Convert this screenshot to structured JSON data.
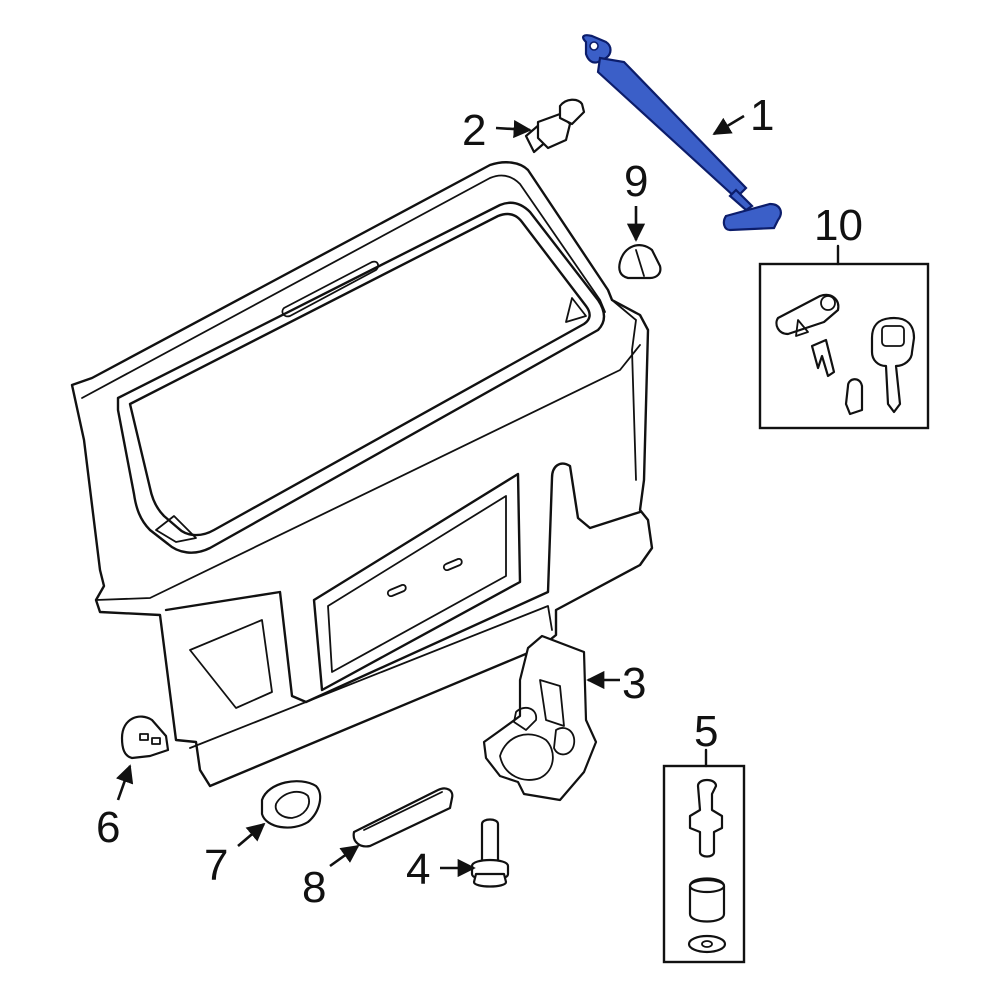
{
  "colors": {
    "line": "#111111",
    "highlight": "#3b5fc8",
    "highlight_stroke": "#0c1d6b",
    "background": "#ffffff"
  },
  "callouts": {
    "c1": "1",
    "c2": "2",
    "c3": "3",
    "c4": "4",
    "c5": "5",
    "c6": "6",
    "c7": "7",
    "c8": "8",
    "c9": "9",
    "c10": "10"
  }
}
